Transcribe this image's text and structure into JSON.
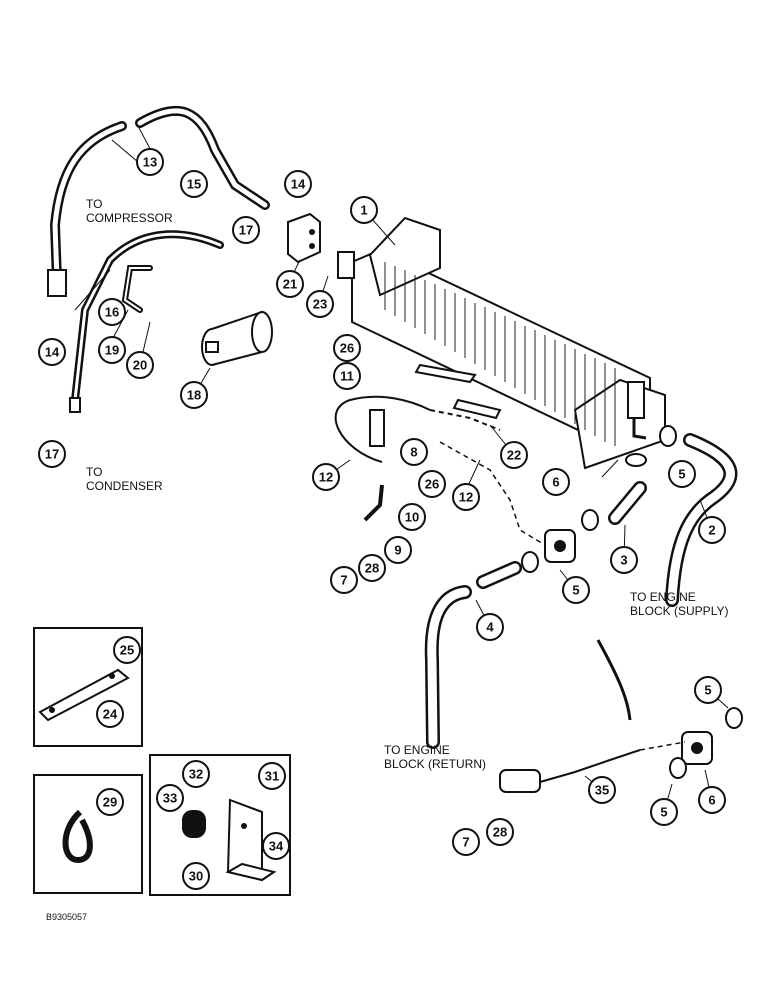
{
  "labels": {
    "to_compressor_1": "TO",
    "to_compressor_2": "COMPRESSOR",
    "to_condenser_1": "TO",
    "to_condenser_2": "CONDENSER",
    "supply_1": "TO ENGINE",
    "supply_2": "BLOCK (SUPPLY)",
    "return_1": "TO ENGINE",
    "return_2": "BLOCK (RETURN)",
    "figure_ref": "B9305057"
  },
  "callouts": [
    {
      "id": "c1",
      "text": "1"
    },
    {
      "id": "c2",
      "text": "2"
    },
    {
      "id": "c3",
      "text": "3"
    },
    {
      "id": "c4",
      "text": "4"
    },
    {
      "id": "c5a",
      "text": "5"
    },
    {
      "id": "c5b",
      "text": "5"
    },
    {
      "id": "c5c",
      "text": "5"
    },
    {
      "id": "c5d",
      "text": "5"
    },
    {
      "id": "c6a",
      "text": "6"
    },
    {
      "id": "c6b",
      "text": "6"
    },
    {
      "id": "c7a",
      "text": "7"
    },
    {
      "id": "c7b",
      "text": "7"
    },
    {
      "id": "c8",
      "text": "8"
    },
    {
      "id": "c9",
      "text": "9"
    },
    {
      "id": "c10",
      "text": "10"
    },
    {
      "id": "c11",
      "text": "11"
    },
    {
      "id": "c12a",
      "text": "12"
    },
    {
      "id": "c12b",
      "text": "12"
    },
    {
      "id": "c13",
      "text": "13"
    },
    {
      "id": "c14a",
      "text": "14"
    },
    {
      "id": "c14b",
      "text": "14"
    },
    {
      "id": "c15",
      "text": "15"
    },
    {
      "id": "c16",
      "text": "16"
    },
    {
      "id": "c17a",
      "text": "17"
    },
    {
      "id": "c17b",
      "text": "17"
    },
    {
      "id": "c18",
      "text": "18"
    },
    {
      "id": "c19",
      "text": "19"
    },
    {
      "id": "c20",
      "text": "20"
    },
    {
      "id": "c21",
      "text": "21"
    },
    {
      "id": "c22",
      "text": "22"
    },
    {
      "id": "c23",
      "text": "23"
    },
    {
      "id": "c24",
      "text": "24"
    },
    {
      "id": "c25",
      "text": "25"
    },
    {
      "id": "c26a",
      "text": "26"
    },
    {
      "id": "c26b",
      "text": "26"
    },
    {
      "id": "c28a",
      "text": "28"
    },
    {
      "id": "c28b",
      "text": "28"
    },
    {
      "id": "c29",
      "text": "29"
    },
    {
      "id": "c30",
      "text": "30"
    },
    {
      "id": "c31",
      "text": "31"
    },
    {
      "id": "c32",
      "text": "32"
    },
    {
      "id": "c33",
      "text": "33"
    },
    {
      "id": "c34",
      "text": "34"
    },
    {
      "id": "c35",
      "text": "35"
    }
  ]
}
